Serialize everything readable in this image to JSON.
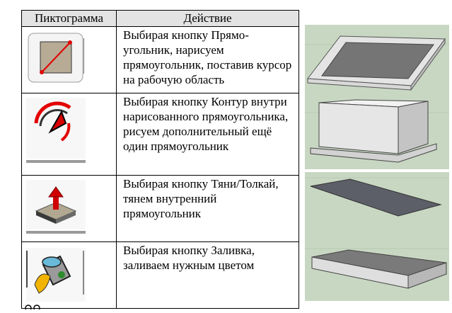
{
  "table": {
    "headers": [
      "Пиктограмма",
      "Действие"
    ],
    "rows": [
      {
        "icon": "rectangle-tool-icon",
        "text": "Выбирая  кнопку Прямо-угольник, нарисуем прямоугольник, поставив курсор на рабочую область"
      },
      {
        "icon": "offset-contour-tool-icon",
        "text": "Выбирая  кнопку Контур внутри нарисованного прямоугольника, рисуем дополнительный ещё один прямоугольник"
      },
      {
        "icon": "push-pull-tool-icon",
        "text": "Выбирая   кнопку Тяни/Толкай, тянем внутренний прямоугольник"
      },
      {
        "icon": "paint-bucket-tool-icon",
        "text": "Выбирая  кнопку Заливка, заливаем нужным цветом"
      }
    ]
  },
  "colors": {
    "header_bg": "#e3e3e3",
    "scene_bg": "#c8d7c2",
    "ground": "#bfd0b5",
    "slab_top": "#e6e6e6",
    "slab_inner": "#7b7b7b",
    "dark_plane": "#5c5e68"
  }
}
